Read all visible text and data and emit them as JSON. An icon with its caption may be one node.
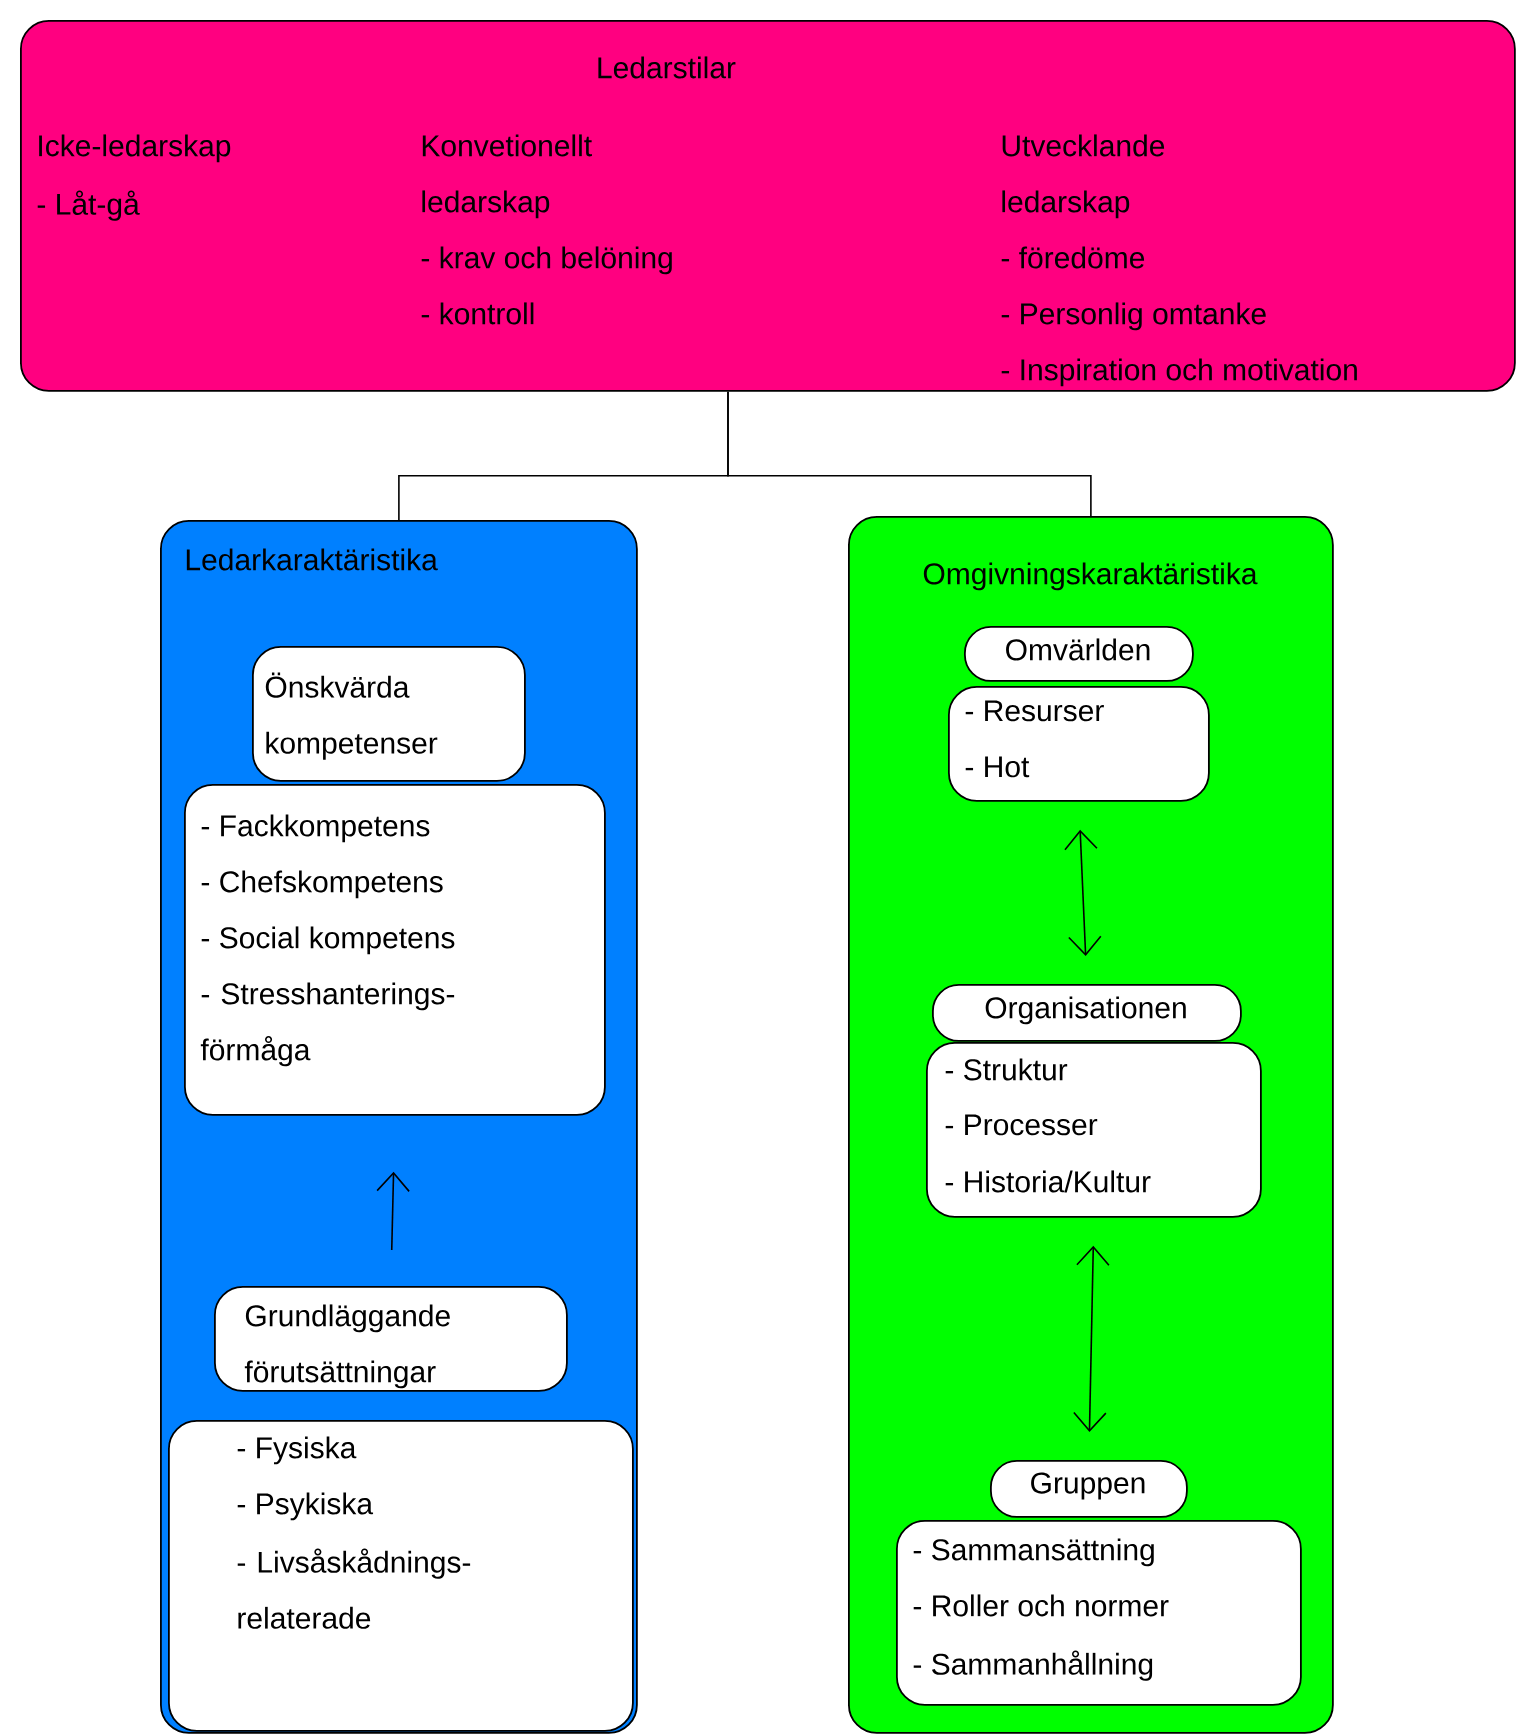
{
  "diagram": {
    "nodes": [
      {
        "text": [
          "Ledarstilar",
          "Icke-ledarskap",
          "- Låt-gå",
          "Konvetionellt ledarskap",
          "- krav och belöning",
          "- kontroll",
          "Utvecklande ledarskap",
          "- föredöme",
          "- Personlig omtanke",
          "- Inspiration och motivation"
        ]
      },
      {
        "text": [
          "Ledarkaraktäristika"
        ]
      },
      {
        "text": [
          "Önskvärda kompetenser"
        ],
        "in": 1
      },
      {
        "text": [
          "- Fackkompetens",
          "- Chefskompetens",
          "- Social kompetens",
          "- Stresshanterings-förmåga"
        ],
        "in": 1
      },
      {
        "text": [
          "Grundläggande förutsättningar"
        ],
        "in": 1
      },
      {
        "text": [
          "- Fysiska",
          "- Psykiska",
          "- Livsåskådnings-relaterade"
        ],
        "in": 1
      },
      {
        "text": [
          "Omgivningskaraktäristika"
        ]
      },
      {
        "text": [
          "Omvärlden"
        ],
        "in": 6
      },
      {
        "text": [
          "- Resurser",
          "- Hot"
        ],
        "in": 6
      },
      {
        "text": [
          "Organisationen"
        ],
        "in": 6
      },
      {
        "text": [
          "- Struktur",
          "- Processer",
          "- Historia/Kultur"
        ],
        "in": 6
      },
      {
        "text": [
          "Gruppen"
        ],
        "in": 6
      },
      {
        "text": [
          "- Sammansättning",
          "- Roller och normer",
          "- Sammanhållning"
        ],
        "in": 6
      }
    ],
    "edges": [
      {
        "from": 0,
        "to": 1,
        "arrow": "none"
      },
      {
        "from": 0,
        "to": 6,
        "arrow": "none"
      },
      {
        "from": 4,
        "to": 3,
        "arrow": "to"
      },
      {
        "from": 8,
        "to": 9,
        "arrow": "both"
      },
      {
        "from": 10,
        "to": 11,
        "arrow": "both"
      }
    ]
  }
}
